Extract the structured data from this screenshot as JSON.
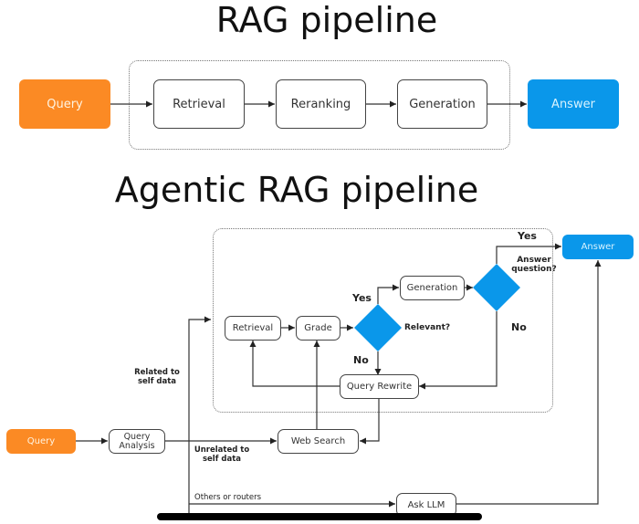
{
  "rag": {
    "title": "RAG pipeline",
    "query": "Query",
    "steps": [
      "Retrieval",
      "Reranking",
      "Generation"
    ],
    "answer": "Answer"
  },
  "agentic": {
    "title": "Agentic RAG pipeline",
    "query": "Query",
    "query_analysis": "Query Analysis",
    "retrieval": "Retrieval",
    "grade": "Grade",
    "relevant": "Relevant?",
    "generation": "Generation",
    "answer_question": "Answer question?",
    "answer": "Answer",
    "query_rewrite": "Query Rewrite",
    "web_search": "Web Search",
    "ask_llm": "Ask LLM",
    "labels": {
      "yes_relevant": "Yes",
      "no_relevant": "No",
      "yes_answer": "Yes",
      "no_answer": "No",
      "related": "Related to self data",
      "unrelated": "Unrelated to self data",
      "others": "Others or routers"
    }
  },
  "colors": {
    "query": "#fb8a24",
    "answer": "#0a97ea",
    "decision": "#0a97ea"
  }
}
